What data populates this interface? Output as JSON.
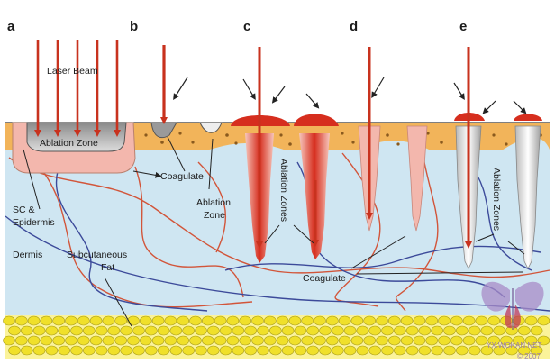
{
  "panels": [
    "a",
    "b",
    "c",
    "d",
    "e"
  ],
  "labels": {
    "laser_beam": "Laser Beam",
    "ablation_zone": "Ablation Zone",
    "coagulate_b": "Coagulate",
    "ablation_zone_b_line1": "Ablation",
    "ablation_zone_b_line2": "Zone",
    "sc_epidermis_line1": "SC &",
    "sc_epidermis_line2": "Epidermis",
    "dermis": "Dermis",
    "subcutaneous_line1": "Subcutaneous",
    "subcutaneous_line2": "Fat",
    "ablation_zones_c": "Ablation Zones",
    "coagulate_bottom": "Coagulate",
    "ablation_zones_e": "Ablation Zones"
  },
  "watermark": {
    "site": "YX.WOKAN.NET",
    "year": "© 2007"
  },
  "colors": {
    "laser": "#c8321e",
    "dermis": "#cfe6f2",
    "epidermis": "#f2b45a",
    "fat": "#f2e22a",
    "ablation_pink": "#f3b7ad",
    "vessel_red": "#d2553a",
    "vessel_blue": "#3c4a9a"
  }
}
